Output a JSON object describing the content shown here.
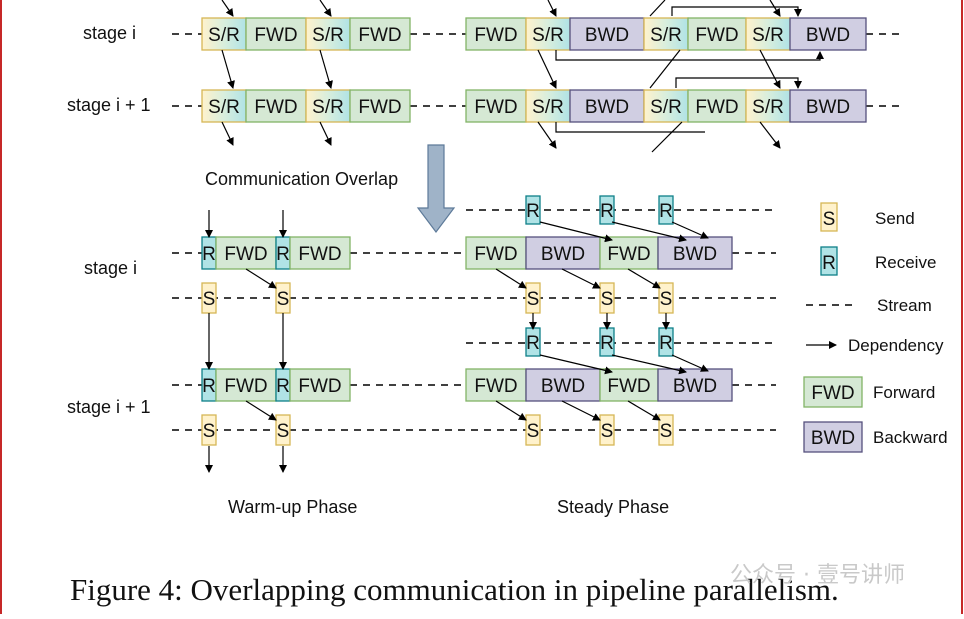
{
  "colors": {
    "fwd_fill": "#d5e8d4",
    "fwd_stroke": "#82b366",
    "bwd_fill": "#d0cee2",
    "bwd_stroke": "#56517e",
    "send_fill": "#fff2cc",
    "send_stroke": "#d6b656",
    "recv_fill": "#b0e3e6",
    "recv_stroke": "#0e8088",
    "sr_left": "#fff2cc",
    "sr_right": "#b0e3e6",
    "border": "#c62828"
  },
  "labels": {
    "stage_i": "stage i",
    "stage_i1": "stage i + 1",
    "comm_overlap": "Communication Overlap",
    "warmup": "Warm-up Phase",
    "steady": "Steady Phase",
    "caption": "Figure 4: Overlapping communication in pipeline parallelism.",
    "watermark": "公众号 · 壹号讲师"
  },
  "boxes": {
    "sr": "S/R",
    "fwd": "FWD",
    "bwd": "BWD",
    "s": "S",
    "r": "R"
  },
  "legend": [
    {
      "sym": "S",
      "kind": "send",
      "text": "Send"
    },
    {
      "sym": "R",
      "kind": "recv",
      "text": "Receive"
    },
    {
      "sym": "",
      "kind": "stream",
      "text": "Stream"
    },
    {
      "sym": "",
      "kind": "dep",
      "text": "Dependency"
    },
    {
      "sym": "FWD",
      "kind": "fwd",
      "text": "Forward"
    },
    {
      "sym": "BWD",
      "kind": "bwd",
      "text": "Backward"
    }
  ]
}
